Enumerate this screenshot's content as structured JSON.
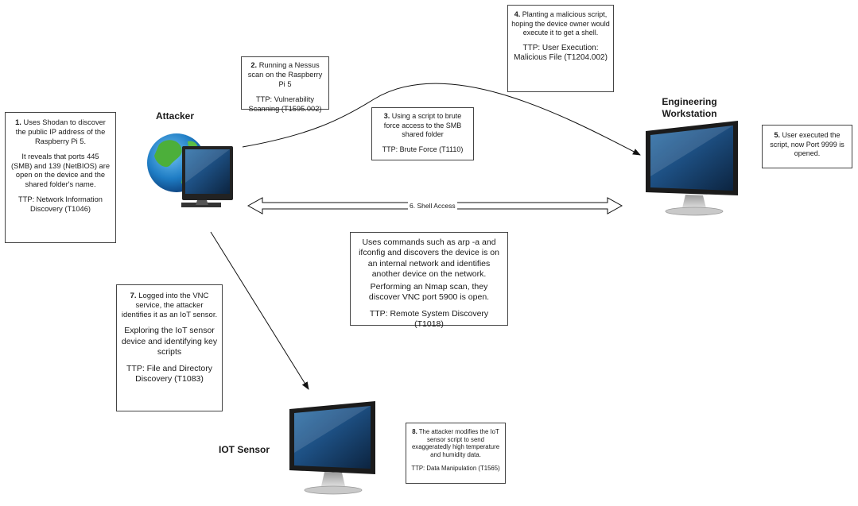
{
  "nodes": {
    "attacker": "Attacker",
    "engineering": "Engineering\nWorkstation",
    "iot": "IOT Sensor"
  },
  "steps": {
    "s1": {
      "num": "1.",
      "text": "Uses Shodan to discover the public IP address of the Raspberry Pi 5.",
      "detail": "It reveals that ports 445 (SMB) and 139 (NetBIOS) are open on the device and the shared folder's name.",
      "ttp": "TTP: Network Information Discovery (T1046)"
    },
    "s2": {
      "num": "2.",
      "text": "Running a Nessus scan on the Raspberry Pi 5",
      "ttp": "TTP: Vulnerability Scanning (T1595.002)"
    },
    "s3": {
      "num": "3.",
      "text": "Using a script to brute force access to the SMB shared folder",
      "ttp": "TTP: Brute Force (T1110)"
    },
    "s4": {
      "num": "4.",
      "text": "Planting a malicious script, hoping the device owner would execute it to get a shell.",
      "ttp": "TTP:  User Execution: Malicious File (T1204.002)"
    },
    "s5": {
      "num": "5.",
      "text": "User executed the script, now Port 9999 is opened."
    },
    "s6": {
      "label": "6. Shell Access"
    },
    "discovery": {
      "line1": "Uses commands such as arp -a and ifconfig and discovers the device is on an internal network and identifies another device on the network.",
      "line2": "Performing an Nmap scan, they discover VNC port 5900 is open.",
      "ttp": "TTP: Remote System Discovery (T1018)"
    },
    "s7": {
      "num": "7.",
      "text": "Logged into the VNC service, the attacker identifies it as an IoT sensor.",
      "detail": "Exploring the IoT sensor device and identifying key scripts",
      "ttp": "TTP: File and Directory Discovery (T1083)"
    },
    "s8": {
      "num": "8.",
      "text": "The attacker modifies the IoT sensor script to send exaggeratedly high temperature and humidity data.",
      "ttp": "TTP: Data Manipulation (T1565)"
    }
  }
}
